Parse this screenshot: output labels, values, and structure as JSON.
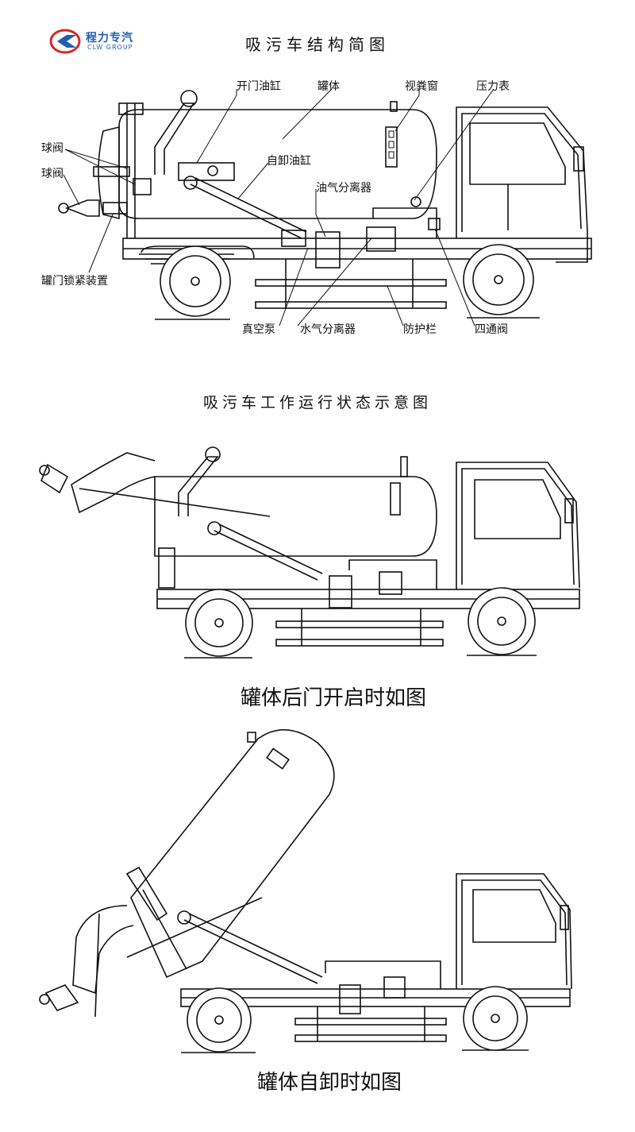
{
  "logo": {
    "cn": "程力专汽",
    "en": "CLW GROUP",
    "colors": {
      "blue": "#1f5fb0",
      "red": "#d32b2b"
    }
  },
  "titles": {
    "structure": "吸污车结构简图",
    "working": "吸污车工作运行状态示意图"
  },
  "labels": {
    "open_cylinder": "开门油缸",
    "tank": "罐体",
    "sight_window": "视粪窗",
    "pressure_gauge": "压力表",
    "ball_valve_1": "球阀",
    "ball_valve_2": "球阀",
    "dump_cylinder": "自卸油缸",
    "oil_gas_separator": "油气分离器",
    "door_lock": "罐门锁紧装置",
    "vacuum_pump": "真空泵",
    "water_gas_separator": "水气分离器",
    "guard_rail": "防护栏",
    "four_way_valve": "四通阀"
  },
  "captions": {
    "door_open": "罐体后门开启时如图",
    "dump": "罐体自卸时如图"
  }
}
